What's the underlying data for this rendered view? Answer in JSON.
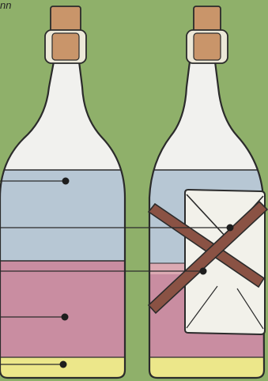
{
  "corner_text": "nn",
  "colors": {
    "background": "#8fb06a",
    "glass": "#e9ebe6",
    "air_layer": "#f1f1ee",
    "blue_layer": "#b7c7d4",
    "pink_layer": "#c98da1",
    "light_pink_layer": "#dcaab3",
    "yellow_layer": "#ece78a",
    "cork": "#c9956a",
    "cork_band": "#ece8d8",
    "envelope": "#f2f1ea",
    "strap": "#8a5244",
    "outline": "#2b2b2b"
  },
  "bottles": [
    {
      "name": "bottle-left",
      "contents": [
        "air",
        "blue",
        "pink",
        "yellow"
      ],
      "has_envelope": false
    },
    {
      "name": "bottle-right",
      "contents": [
        "air",
        "blue",
        "pink",
        "yellow"
      ],
      "has_envelope": true
    }
  ],
  "pointers": [
    {
      "name": "pointer-blue-layer"
    },
    {
      "name": "pointer-envelope"
    },
    {
      "name": "pointer-strap"
    },
    {
      "name": "pointer-pink-layer"
    },
    {
      "name": "pointer-yellow-layer"
    }
  ]
}
